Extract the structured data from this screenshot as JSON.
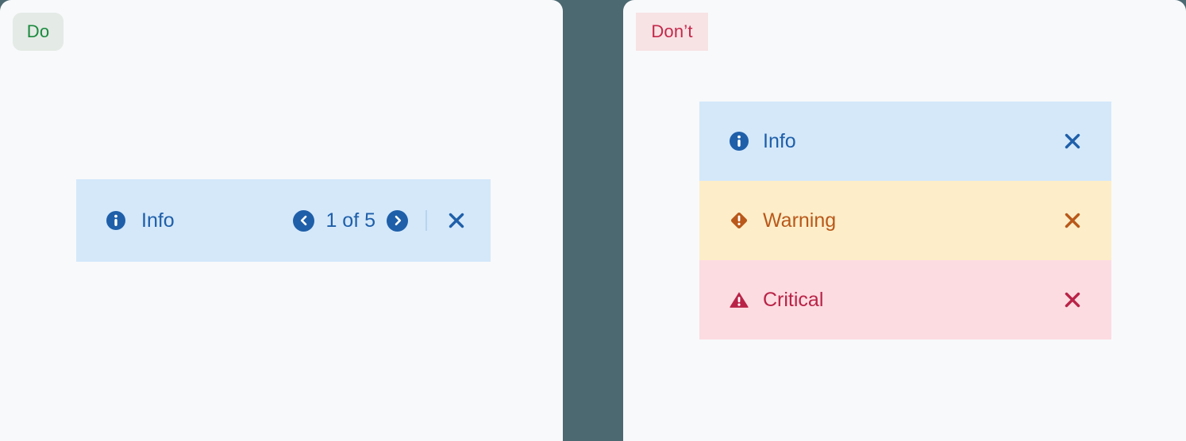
{
  "meta": {
    "background_color": "#4c6870",
    "panel_background": "#f8f9fb"
  },
  "panels": {
    "do": {
      "badge": {
        "label": "Do",
        "text_color": "#1a8a3e",
        "background_color": "#e4eae5"
      },
      "notification": {
        "severity": "info",
        "icon": "info-circle-icon",
        "label": "Info",
        "background_color": "#d4e8fa",
        "accent_color": "#1f5fa9",
        "pagination": {
          "previous_icon": "chevron-left-icon",
          "next_icon": "chevron-right-icon",
          "current": 1,
          "total": 5,
          "text": "1 of 5"
        },
        "close_icon": "close-icon"
      }
    },
    "dont": {
      "badge": {
        "label": "Don’t",
        "text_color": "#c4284a",
        "background_color": "#f7e2e4"
      },
      "notifications": [
        {
          "severity": "info",
          "icon": "info-circle-icon",
          "label": "Info",
          "background_color": "#d4e8fa",
          "accent_color": "#1f5fa9",
          "close_icon": "close-icon"
        },
        {
          "severity": "warning",
          "icon": "warning-diamond-icon",
          "label": "Warning",
          "background_color": "#fdeec9",
          "accent_color": "#b9581a",
          "close_icon": "close-icon"
        },
        {
          "severity": "critical",
          "icon": "critical-triangle-icon",
          "label": "Critical",
          "background_color": "#fcdce1",
          "accent_color": "#b92347",
          "close_icon": "close-icon"
        }
      ]
    }
  }
}
